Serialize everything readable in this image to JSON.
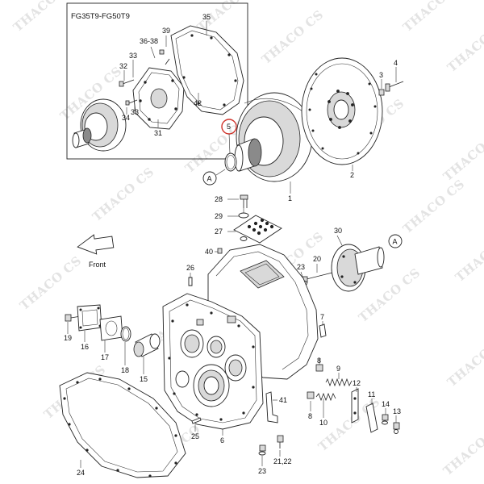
{
  "watermark": {
    "text": "THACO CS"
  },
  "inset": {
    "title": "FG35T9-FG50T9"
  },
  "front_label": "Front",
  "ref_a": "A",
  "callouts": {
    "c35": "35",
    "c39": "39",
    "c3638": "36-38",
    "c33a": "33",
    "c32": "32",
    "c34": "34",
    "c33b": "33",
    "c31": "31",
    "c42": "42",
    "c4": "4",
    "c3": "3",
    "c5": "5",
    "c1": "1",
    "c2": "2",
    "c28": "28",
    "c29": "29",
    "c27": "27",
    "c30": "30",
    "c40": "40",
    "c26": "26",
    "c23a": "23",
    "c20": "20",
    "c19": "19",
    "c16": "16",
    "c17": "17",
    "c18": "18",
    "c15": "15",
    "c7": "7",
    "c8a": "8",
    "c9": "9",
    "c12": "12",
    "c11": "11",
    "c14": "14",
    "c13": "13",
    "c41": "41",
    "c8b": "8",
    "c10": "10",
    "c25": "25",
    "c6": "6",
    "c24": "24",
    "c23b": "23",
    "c2122": "21,22"
  },
  "colors": {
    "line": "#222222",
    "shade": "#d9d9d9",
    "watermark": "#e3e3e3",
    "highlight": "#d0342c"
  }
}
